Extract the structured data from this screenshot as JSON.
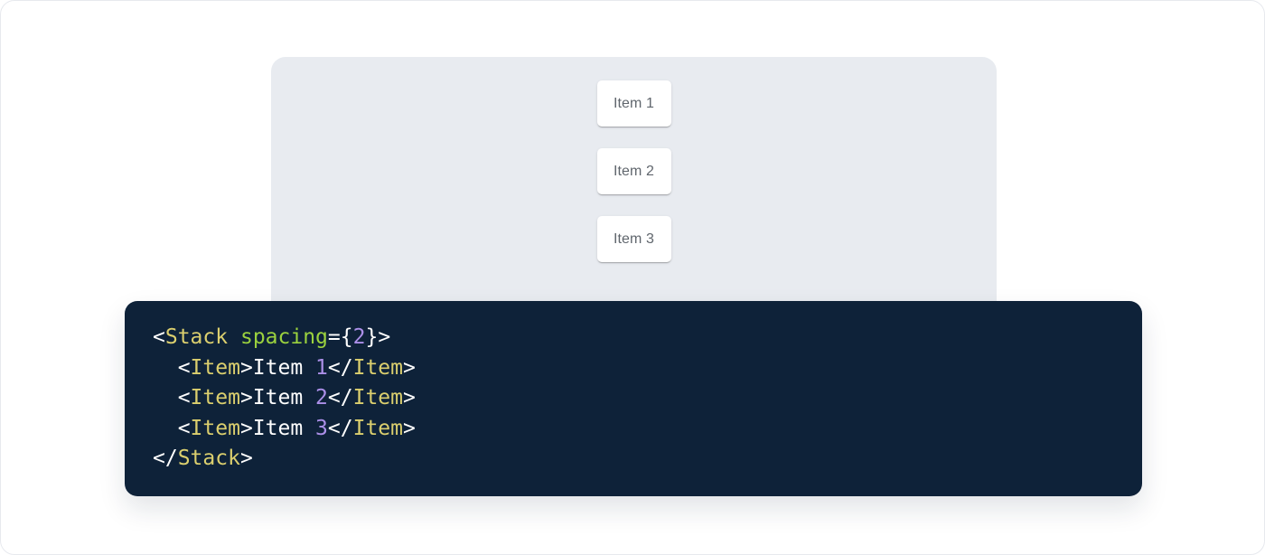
{
  "page": {
    "background": "#ffffff",
    "border_color": "#e7e9ee"
  },
  "demo_panel": {
    "background": "#e8ebf0"
  },
  "stack_items": [
    {
      "label": "Item 1"
    },
    {
      "label": "Item 2"
    },
    {
      "label": "Item 3"
    }
  ],
  "code_block": {
    "background": "#0e2239",
    "token_colors": {
      "punc": "#ffffff",
      "tag": "#dbcf6e",
      "attr": "#9bd23e",
      "num": "#ab8fe8",
      "text": "#ffffff"
    },
    "lines": [
      [
        {
          "t": "<",
          "c": "punc"
        },
        {
          "t": "Stack",
          "c": "tag"
        },
        {
          "t": " ",
          "c": "punc"
        },
        {
          "t": "spacing",
          "c": "attr"
        },
        {
          "t": "={",
          "c": "punc"
        },
        {
          "t": "2",
          "c": "num"
        },
        {
          "t": "}>",
          "c": "punc"
        }
      ],
      [
        {
          "t": "  <",
          "c": "punc"
        },
        {
          "t": "Item",
          "c": "tag"
        },
        {
          "t": ">",
          "c": "punc"
        },
        {
          "t": "Item ",
          "c": "text"
        },
        {
          "t": "1",
          "c": "num"
        },
        {
          "t": "</",
          "c": "punc"
        },
        {
          "t": "Item",
          "c": "tag"
        },
        {
          "t": ">",
          "c": "punc"
        }
      ],
      [
        {
          "t": "  <",
          "c": "punc"
        },
        {
          "t": "Item",
          "c": "tag"
        },
        {
          "t": ">",
          "c": "punc"
        },
        {
          "t": "Item ",
          "c": "text"
        },
        {
          "t": "2",
          "c": "num"
        },
        {
          "t": "</",
          "c": "punc"
        },
        {
          "t": "Item",
          "c": "tag"
        },
        {
          "t": ">",
          "c": "punc"
        }
      ],
      [
        {
          "t": "  <",
          "c": "punc"
        },
        {
          "t": "Item",
          "c": "tag"
        },
        {
          "t": ">",
          "c": "punc"
        },
        {
          "t": "Item ",
          "c": "text"
        },
        {
          "t": "3",
          "c": "num"
        },
        {
          "t": "</",
          "c": "punc"
        },
        {
          "t": "Item",
          "c": "tag"
        },
        {
          "t": ">",
          "c": "punc"
        }
      ],
      [
        {
          "t": "</",
          "c": "punc"
        },
        {
          "t": "Stack",
          "c": "tag"
        },
        {
          "t": ">",
          "c": "punc"
        }
      ]
    ]
  }
}
